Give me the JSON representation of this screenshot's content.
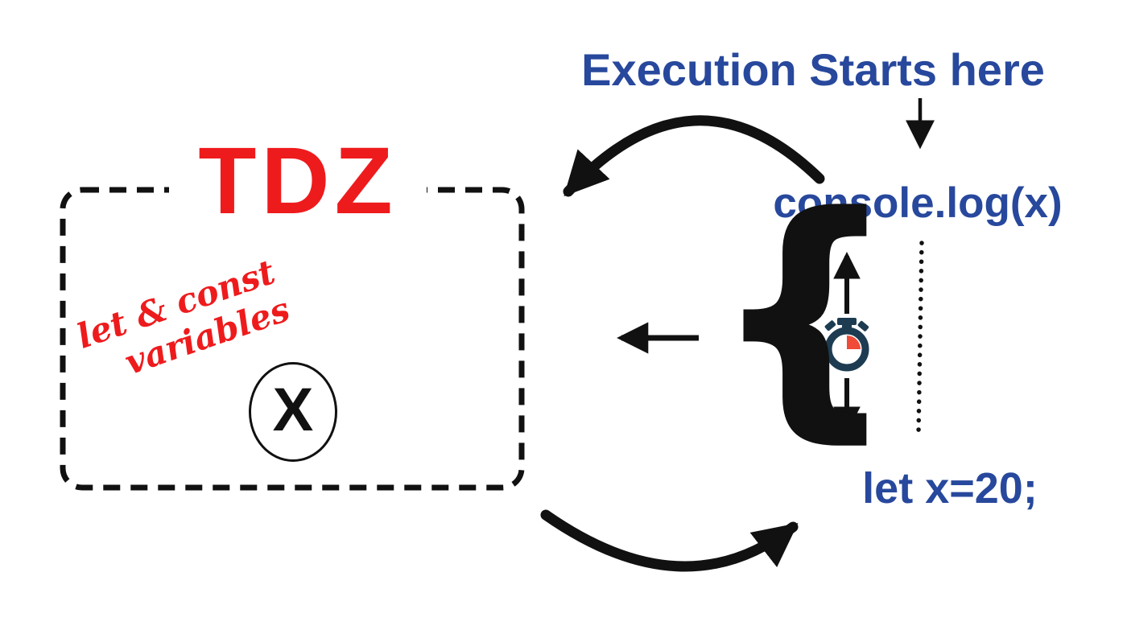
{
  "diagram": {
    "execution_label": "Execution Starts here",
    "code_top": "console.log(x)",
    "code_bottom": "let x=20;",
    "tdz_title": "TDZ",
    "tdz_subtitle_line1": "let & const",
    "tdz_subtitle_line2": "variables",
    "variable": "X",
    "brace": "{"
  },
  "colors": {
    "code_blue": "#27489c",
    "tdz_red": "#ee1b1d",
    "line_black": "#111111",
    "timer_ring_navy": "#1d3c52",
    "timer_wedge_red": "#f04a38",
    "background": "#ffffff"
  },
  "icons": [
    "curved-arrow-top-left-icon",
    "curved-arrow-bottom-right-icon",
    "down-arrow-icon",
    "left-arrow-icon",
    "up-arrow-icon",
    "down-arrow-small-icon",
    "timer-icon",
    "dotted-line",
    "dashed-box"
  ]
}
